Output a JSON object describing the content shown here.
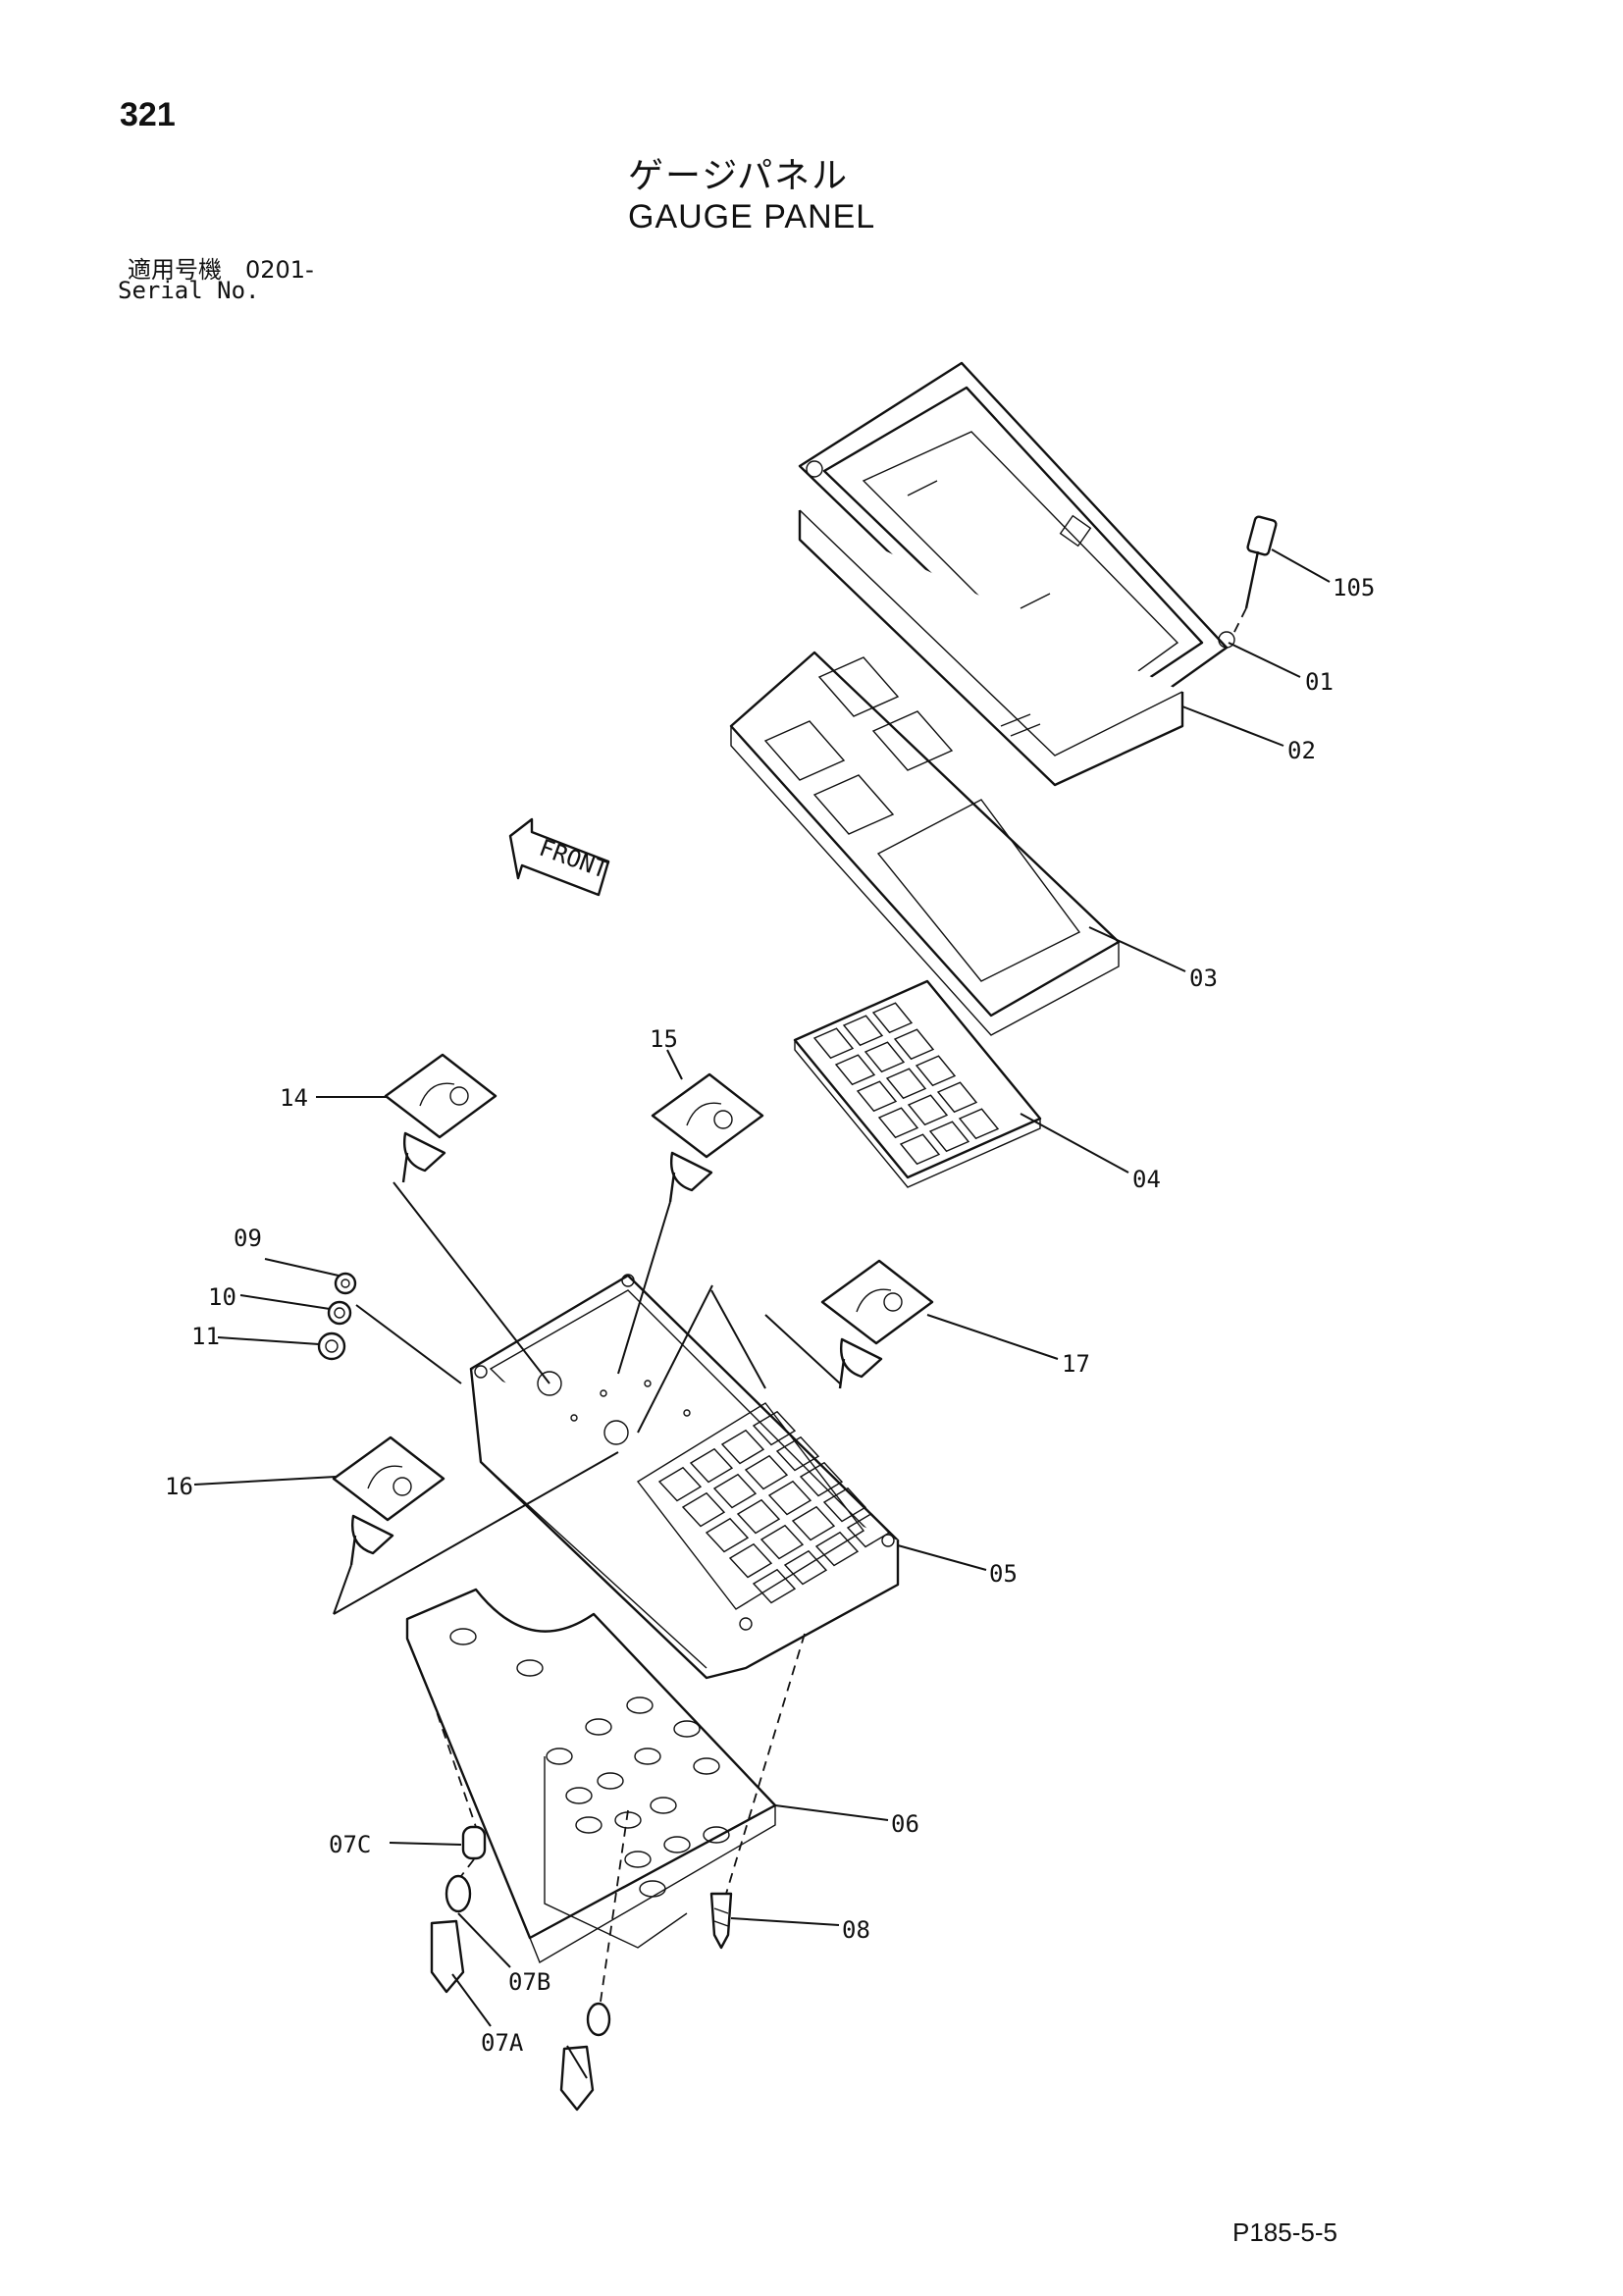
{
  "header": {
    "page_number": "321",
    "title_jp": "ゲージパネル",
    "title_en": "GAUGE PANEL",
    "serial_jp": "適用号機　0201-",
    "serial_en": "Serial No."
  },
  "front_arrow_label": "FRONT",
  "callouts": {
    "c105": "105",
    "c01": "01",
    "c02": "02",
    "c03": "03",
    "c04": "04",
    "c05": "05",
    "c06": "06",
    "c07A": "07A",
    "c07B": "07B",
    "c07C": "07C",
    "c08": "08",
    "c09": "09",
    "c10": "10",
    "c11": "11",
    "c14": "14",
    "c15": "15",
    "c16": "16",
    "c17": "17"
  },
  "footer": {
    "page_code": "P185-5-5"
  }
}
